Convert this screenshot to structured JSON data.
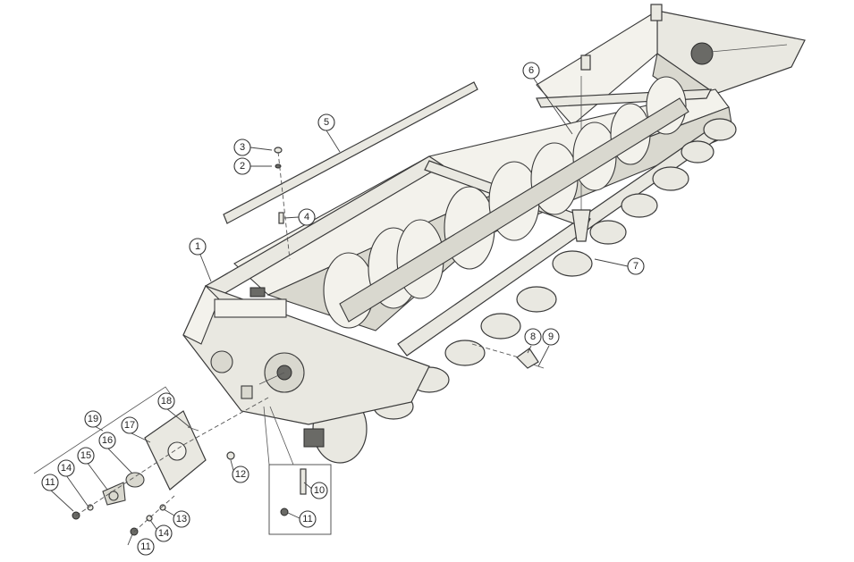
{
  "callouts": [
    {
      "label": "1"
    },
    {
      "label": "2"
    },
    {
      "label": "3"
    },
    {
      "label": "4"
    },
    {
      "label": "5"
    },
    {
      "label": "6"
    },
    {
      "label": "7"
    },
    {
      "label": "8"
    },
    {
      "label": "9"
    },
    {
      "label": "10"
    },
    {
      "label": "11"
    },
    {
      "label": "11"
    },
    {
      "label": "11"
    },
    {
      "label": "12"
    },
    {
      "label": "13"
    },
    {
      "label": "14"
    },
    {
      "label": "14"
    },
    {
      "label": "15"
    },
    {
      "label": "16"
    },
    {
      "label": "17"
    },
    {
      "label": "18"
    },
    {
      "label": "19"
    }
  ],
  "colors": {
    "body": "#e9e8e1",
    "shade": "#d9d8cf",
    "outline": "#3a3a3a"
  }
}
